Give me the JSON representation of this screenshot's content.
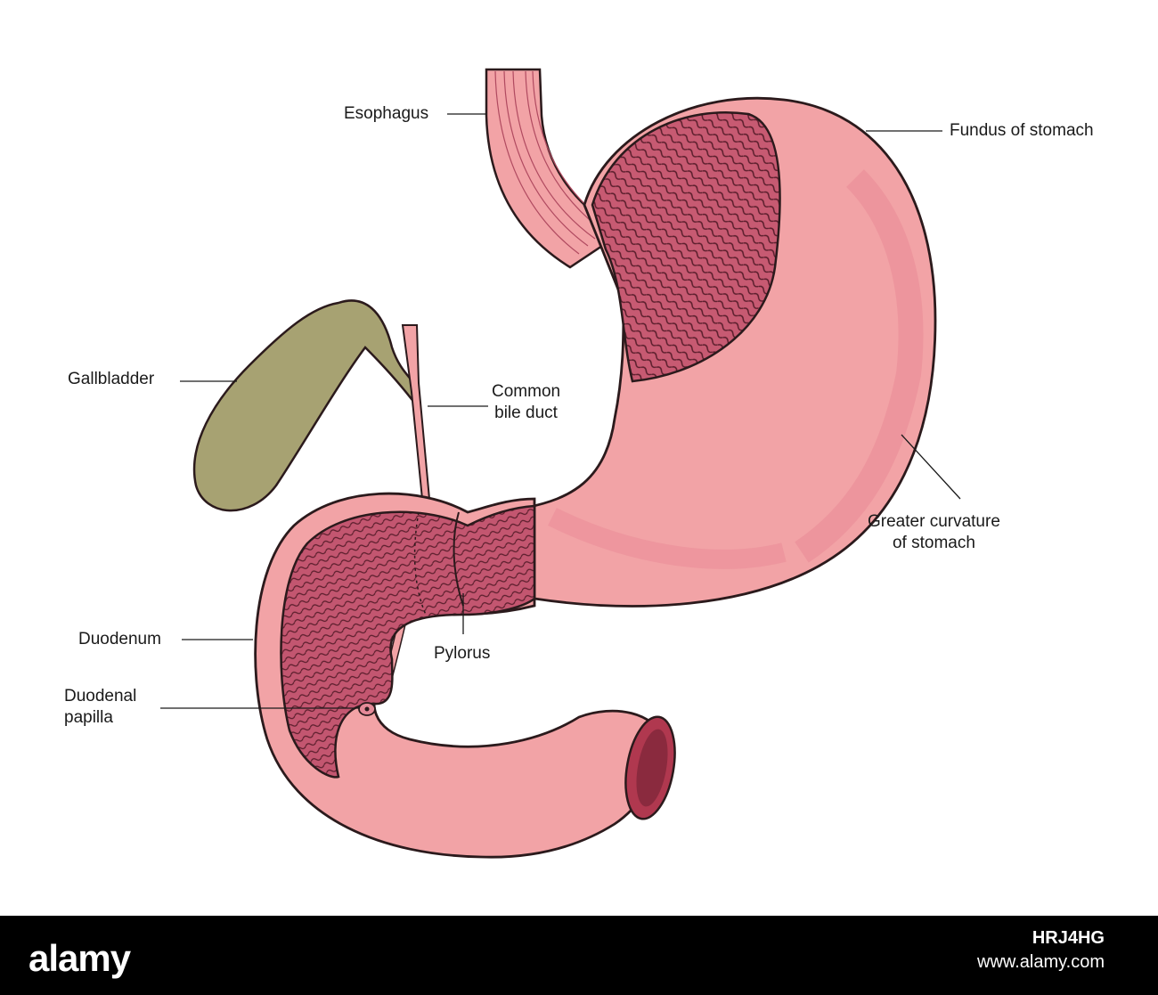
{
  "labels": {
    "esophagus": "Esophagus",
    "fundus": "Fundus of stomach",
    "gallbladder": "Gallbladder",
    "common_bile_duct": [
      "Common",
      "bile duct"
    ],
    "greater_curvature": [
      "Greater curvature",
      "of stomach"
    ],
    "duodenum": "Duodenum",
    "pylorus": "Pylorus",
    "duodenal_papilla": [
      "Duodenal",
      "papilla"
    ]
  },
  "footer": {
    "logo": "alamy",
    "image_id": "HRJ4HG",
    "site": "www.alamy.com"
  },
  "colors": {
    "stomach": "#f2a3a6",
    "mucosa": "#c75a72",
    "gallbladder": "#a7a272",
    "outline": "#2b1a1c"
  }
}
